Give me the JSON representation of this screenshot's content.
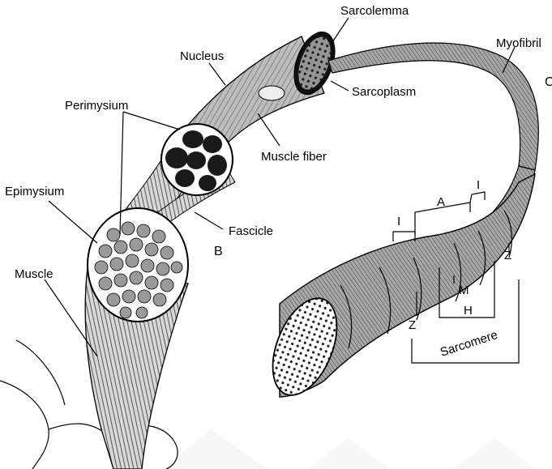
{
  "labels": {
    "sarcolemma": "Sarcolemma",
    "myofibril": "Myofibril",
    "nucleus": "Nucleus",
    "sarcoplasm": "Sarcoplasm",
    "perimysium": "Perimysium",
    "muscle_fiber": "Muscle fiber",
    "epimysium": "Epimysium",
    "fascicle": "Fascicle",
    "b": "B",
    "c": "C",
    "muscle": "Muscle",
    "band_a": "A",
    "band_i_left": "I",
    "band_i_right": "I",
    "band_m": "M",
    "band_h": "H",
    "band_z_left": "Z",
    "band_z_right": "Z",
    "sarcomere": "Sarcomere"
  },
  "colors": {
    "ink": "#000000",
    "paper": "#ffffff",
    "fiber_fill": "#c8c8c8",
    "fascicle_fill": "#1a1a1a",
    "myofibril_fill": "#9a9a9a",
    "watermark": "#f2f2f2"
  }
}
